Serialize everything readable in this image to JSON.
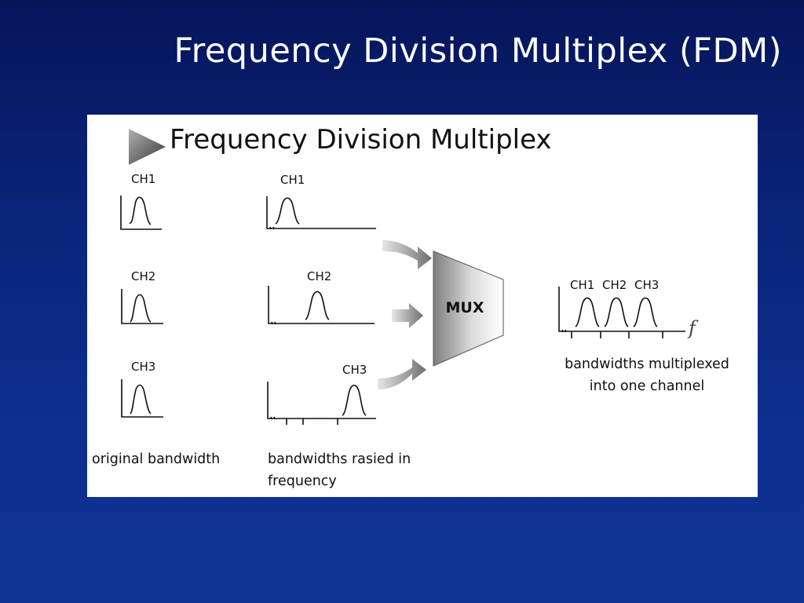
{
  "slide": {
    "title": "Frequency Division Multiplex (FDM)"
  },
  "figure": {
    "heading": "Frequency Division Multiplex",
    "original": {
      "caption": "original bandwidth",
      "channels": [
        "CH1",
        "CH2",
        "CH3"
      ]
    },
    "raised": {
      "caption_line1": "bandwidths rasied in",
      "caption_line2": "frequency",
      "channels": [
        "CH1",
        "CH2",
        "CH3"
      ]
    },
    "mux": {
      "label": "MUX"
    },
    "multiplexed": {
      "channels": [
        "CH1",
        "CH2",
        "CH3"
      ],
      "axis_label": "f",
      "caption_line1": "bandwidths multiplexed",
      "caption_line2": "into one channel"
    }
  }
}
